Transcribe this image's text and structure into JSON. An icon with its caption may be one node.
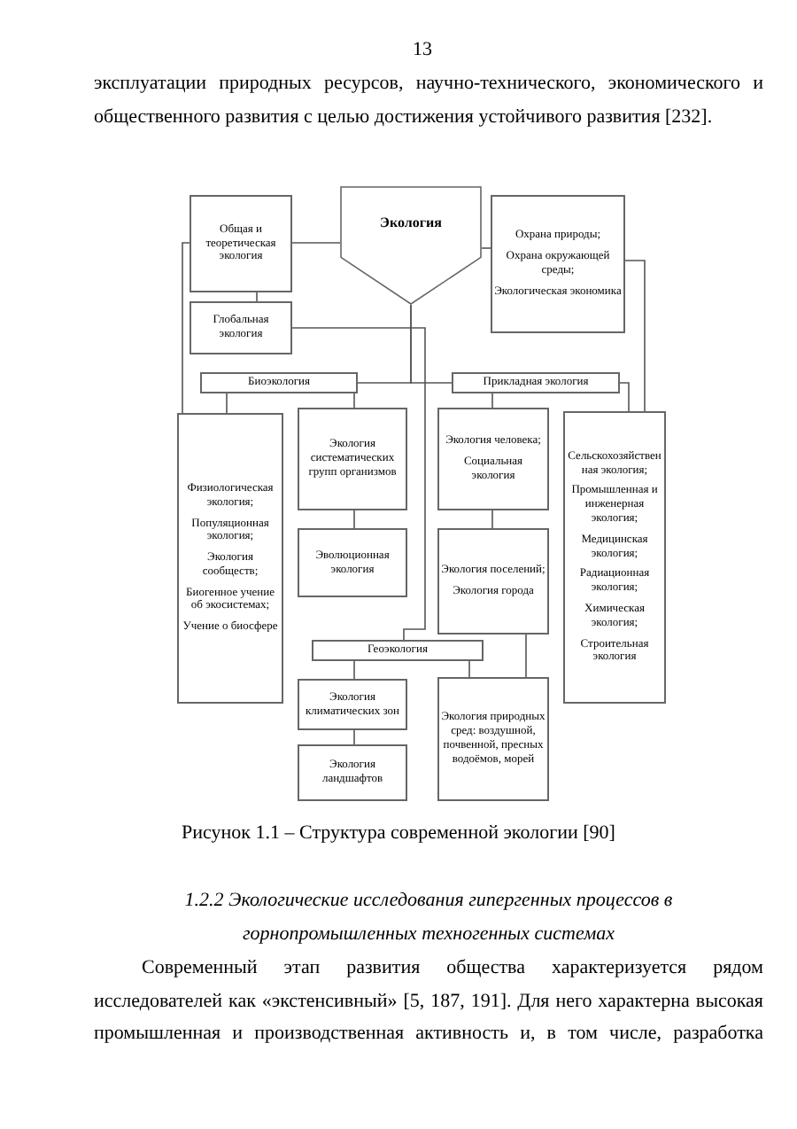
{
  "diagram": {
    "caption": "Рисунок 1.1 – Структура современной экологии [90]",
    "nodes": [
      {
        "text": [
          "Общая и теоретическая экология"
        ]
      },
      {
        "text": [
          "Экология"
        ]
      },
      {
        "text": [
          "Охрана природы;",
          "Охрана окружающей среды;",
          "Экологическая экономика"
        ]
      },
      {
        "text": [
          "Глобальная экология"
        ]
      },
      {
        "text": [
          "Биоэкология"
        ]
      },
      {
        "text": [
          "Прикладная экология"
        ]
      },
      {
        "text": [
          "Физиологическая экология;",
          "Популяционная экология;",
          "Экология сообществ;",
          "Биогенное учение об экосистемах;",
          "Учение о биосфере"
        ]
      },
      {
        "text": [
          "Экология систематических групп организмов"
        ]
      },
      {
        "text": [
          "Экология человека;",
          "Социальная экология"
        ]
      },
      {
        "text": [
          "Сельскохозяйственная экология;",
          "Промышленная и инженерная экология;",
          "Медицинская экология;",
          "Радиационная экология;",
          "Химическая экология;",
          "Строительная экология"
        ]
      },
      {
        "text": [
          "Эволюционная экология"
        ]
      },
      {
        "text": [
          "Экология поселений;",
          "Экология города"
        ]
      },
      {
        "text": [
          "Геоэкология"
        ]
      },
      {
        "text": [
          "Экология климатических зон"
        ]
      },
      {
        "text": [
          "Экология природных сред: воздушной, почвенной, пресных водоёмов, морей"
        ]
      },
      {
        "text": [
          "Экология ландшафтов"
        ]
      }
    ],
    "edges": [
      {
        "from": 1,
        "to": 0,
        "arrow": "none"
      },
      {
        "from": 1,
        "to": 2,
        "arrow": "none"
      },
      {
        "from": 0,
        "to": 3,
        "arrow": "none"
      },
      {
        "from": 0,
        "to": 6,
        "arrow": "none"
      },
      {
        "from": 1,
        "to": 4,
        "arrow": "none"
      },
      {
        "from": 1,
        "to": 5,
        "arrow": "none"
      },
      {
        "from": 2,
        "to": 9,
        "arrow": "none"
      },
      {
        "from": 5,
        "to": 9,
        "arrow": "none"
      },
      {
        "from": 3,
        "to": 12,
        "arrow": "none"
      },
      {
        "from": 4,
        "to": 6,
        "arrow": "none"
      },
      {
        "from": 4,
        "to": 7,
        "arrow": "none"
      },
      {
        "from": 5,
        "to": 8,
        "arrow": "none"
      },
      {
        "from": 7,
        "to": 10,
        "arrow": "none"
      },
      {
        "from": 8,
        "to": 11,
        "arrow": "none"
      },
      {
        "from": 12,
        "to": 13,
        "arrow": "none"
      },
      {
        "from": 12,
        "to": 14,
        "arrow": "none"
      },
      {
        "from": 11,
        "to": 14,
        "arrow": "none"
      },
      {
        "from": 13,
        "to": 15,
        "arrow": "none"
      }
    ],
    "labels": [
      "13",
      "эксплуатации природных ресурсов, научно-технического, экономического и общественного развития с целью достижения устойчивого развития [232].",
      "1.2.2 Экологические исследования гипергенных процессов в горнопромышленных техногенных системах",
      "Современный этап развития общества характеризуется рядом исследователей как «экстенсивный» [5, 187, 191]. Для него характерна высокая промышленная и производственная активность и, в том числе, разработка"
    ]
  }
}
